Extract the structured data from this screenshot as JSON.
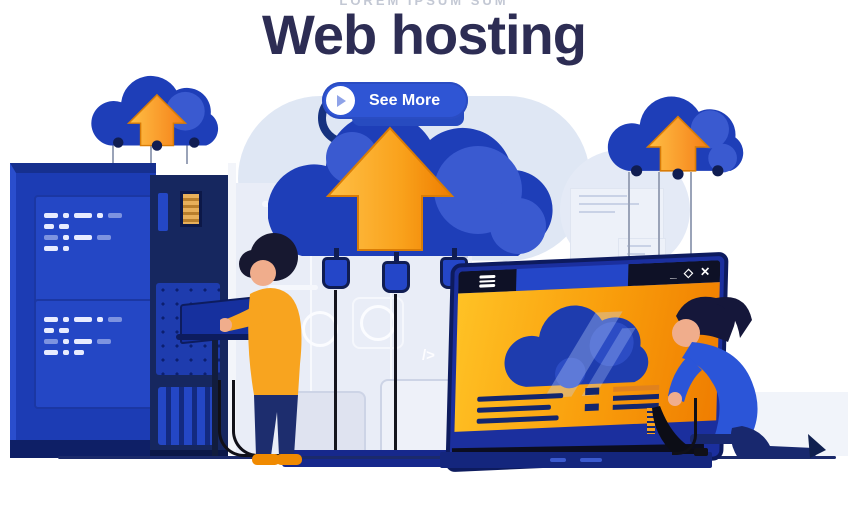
{
  "page": {
    "overline": "LOREM IPSUM SUM",
    "title": "Web hosting"
  },
  "cta": {
    "label": "See More",
    "icon": "play-icon"
  },
  "monitor": {
    "menu_icon": "hamburger-icon",
    "controls": {
      "minimize": "_",
      "restore": "◇",
      "close": "✕"
    }
  },
  "background": {
    "code_glyph": "/>"
  },
  "colors": {
    "title_navy": "#2d2d54",
    "button_blue": "#2f55d4",
    "cloud_blue": "#1e3eb8",
    "deep_navy": "#0e1f66",
    "arrow_orange": "#f9a11b",
    "screen_orange": "#f99d0b",
    "bg_light": "#e9edf7"
  },
  "illustration": {
    "scene": "web-hosting",
    "elements": [
      "upload-cloud-main",
      "upload-cloud-left",
      "upload-cloud-right",
      "server-rack",
      "server-tower",
      "admin-at-laptop",
      "monitor-with-cloud",
      "engineer-plugging-cable"
    ]
  }
}
